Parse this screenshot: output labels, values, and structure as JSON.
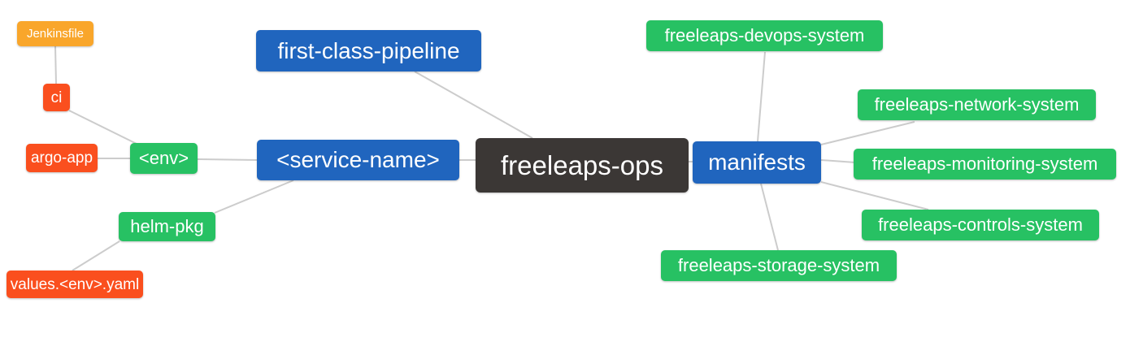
{
  "diagram": {
    "title": "freeleaps-ops mind map",
    "colors": {
      "root_bg": "#3B3735",
      "level1_bg": "#2065BE",
      "level2_bg": "#27C163",
      "level3_bg": "#FA4F1E",
      "level4_bg": "#F9A62B",
      "text": "#FFFFFF",
      "edge": "#CCCCCC"
    },
    "nodes": [
      {
        "id": "jenkinsfile",
        "label": "Jenkinsfile",
        "level": 4
      },
      {
        "id": "ci",
        "label": "ci",
        "level": 3
      },
      {
        "id": "argo-app",
        "label": "argo-app",
        "level": 3
      },
      {
        "id": "env",
        "label": "<env>",
        "level": 2
      },
      {
        "id": "helm-pkg",
        "label": "helm-pkg",
        "level": 2
      },
      {
        "id": "values-env-yaml",
        "label": "values.<env>.yaml",
        "level": 3
      },
      {
        "id": "first-class-pipeline",
        "label": "first-class-pipeline",
        "level": 1
      },
      {
        "id": "service-name",
        "label": "<service-name>",
        "level": 1
      },
      {
        "id": "freeleaps-ops",
        "label": "freeleaps-ops",
        "level": 0
      },
      {
        "id": "manifests",
        "label": "manifests",
        "level": 1
      },
      {
        "id": "devops-system",
        "label": "freeleaps-devops-system",
        "level": 2
      },
      {
        "id": "network-system",
        "label": "freeleaps-network-system",
        "level": 2
      },
      {
        "id": "monitoring-system",
        "label": "freeleaps-monitoring-system",
        "level": 2
      },
      {
        "id": "controls-system",
        "label": "freeleaps-controls-system",
        "level": 2
      },
      {
        "id": "storage-system",
        "label": "freeleaps-storage-system",
        "level": 2
      }
    ],
    "edges": [
      [
        "jenkinsfile",
        "ci"
      ],
      [
        "ci",
        "env"
      ],
      [
        "argo-app",
        "env"
      ],
      [
        "env",
        "service-name"
      ],
      [
        "helm-pkg",
        "service-name"
      ],
      [
        "values-env-yaml",
        "helm-pkg"
      ],
      [
        "first-class-pipeline",
        "freeleaps-ops"
      ],
      [
        "service-name",
        "freeleaps-ops"
      ],
      [
        "freeleaps-ops",
        "manifests"
      ],
      [
        "manifests",
        "devops-system"
      ],
      [
        "manifests",
        "network-system"
      ],
      [
        "manifests",
        "monitoring-system"
      ],
      [
        "manifests",
        "controls-system"
      ],
      [
        "manifests",
        "storage-system"
      ]
    ]
  }
}
